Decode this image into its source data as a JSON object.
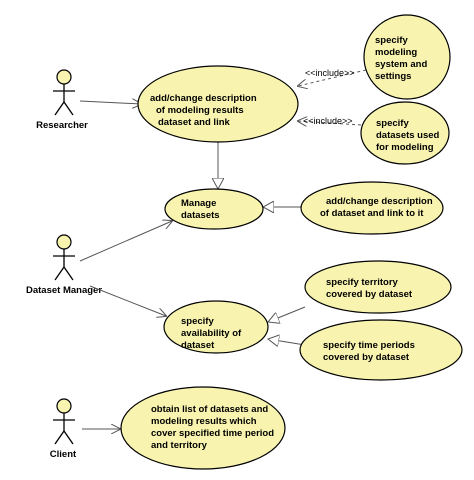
{
  "actors": {
    "researcher": "Researcher",
    "dataset_manager": "Dataset Manager",
    "client": "Client"
  },
  "use_cases": {
    "add_change_results": [
      "add/change description",
      "of modeling results",
      "dataset and link"
    ],
    "specify_modeling": [
      "specify",
      "modeling",
      "system and",
      "settings"
    ],
    "specify_datasets_used": [
      "specify",
      "datasets used",
      "for modeling"
    ],
    "manage_datasets": [
      "Manage",
      "datasets"
    ],
    "add_change_dataset": [
      "add/change description",
      "of dataset and link to it"
    ],
    "specify_territory": [
      "specify territory",
      "covered by dataset"
    ],
    "specify_availability": [
      "specify",
      "availability of",
      "dataset"
    ],
    "specify_time_periods": [
      "specify time periods",
      "covered by dataset"
    ],
    "obtain_list": [
      "obtain list of datasets and",
      "modeling results which",
      "cover specified time period",
      "and territory"
    ]
  },
  "relations": {
    "include_1": "<<include>>",
    "include_2": "<<include>>"
  },
  "colors": {
    "use_case_fill": "#f8f4b0",
    "outline": "#000000"
  }
}
